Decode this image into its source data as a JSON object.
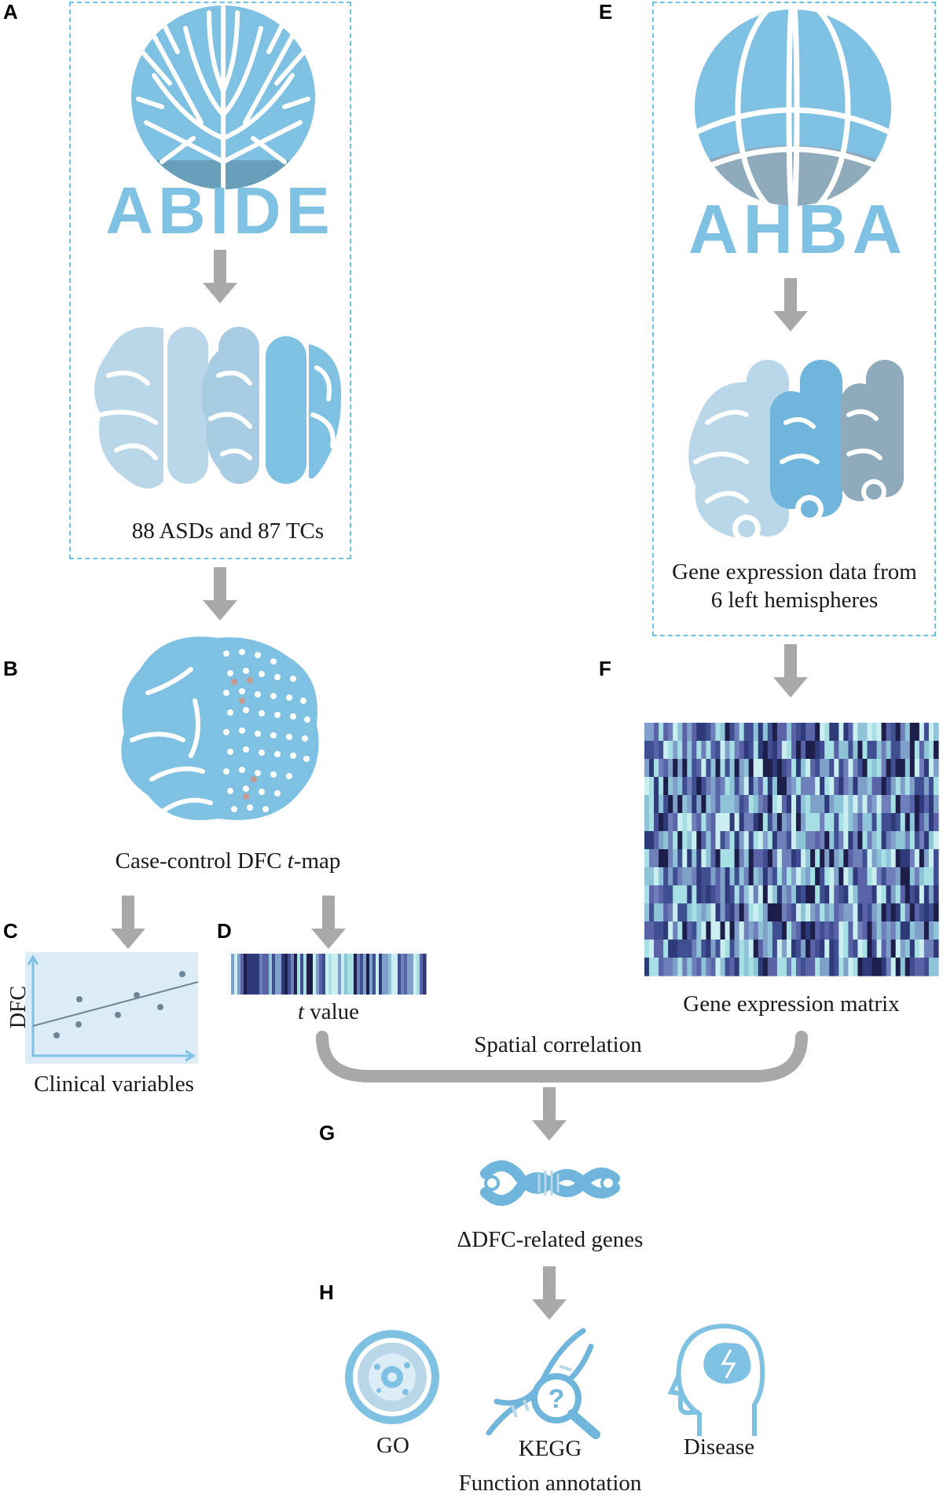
{
  "panels": {
    "A": "A",
    "B": "B",
    "C": "C",
    "D": "D",
    "E": "E",
    "F": "F",
    "G": "G",
    "H": "H"
  },
  "abide": {
    "logo_text": "ABIDE",
    "caption": "88 ASDs and 87 TCs"
  },
  "ahba": {
    "logo_text": "AHBA",
    "caption_line1": "Gene expression data from",
    "caption_line2": "6 left hemispheres"
  },
  "tmap": {
    "caption_prefix": "Case-control DFC ",
    "caption_italic": "t",
    "caption_suffix": "-map"
  },
  "clinical": {
    "ylabel": "DFC",
    "xlabel": "Clinical variables"
  },
  "tvalue": {
    "caption_italic": "t",
    "caption_suffix": " value"
  },
  "matrix": {
    "caption": "Gene expression matrix"
  },
  "correlation": {
    "label": "Spatial correlation"
  },
  "genes": {
    "caption": "ΔDFC-related genes"
  },
  "annotation": {
    "go": "GO",
    "kegg": "KEGG",
    "disease": "Disease",
    "title": "Function annotation"
  },
  "colors": {
    "light_blue": "#7ec1e3",
    "pale_blue": "#b9d7e9",
    "mid_blue": "#6fb5dc",
    "grey_blue": "#8faabb",
    "arrow_grey": "#a8a8a8",
    "dash_border": "#6cc3e6",
    "plot_bg": "#dcedf8"
  },
  "icons": [
    "tree-icon",
    "brain-icon",
    "globe-icon",
    "dna-icon",
    "cell-icon",
    "dna-magnifier-icon",
    "head-icon"
  ]
}
